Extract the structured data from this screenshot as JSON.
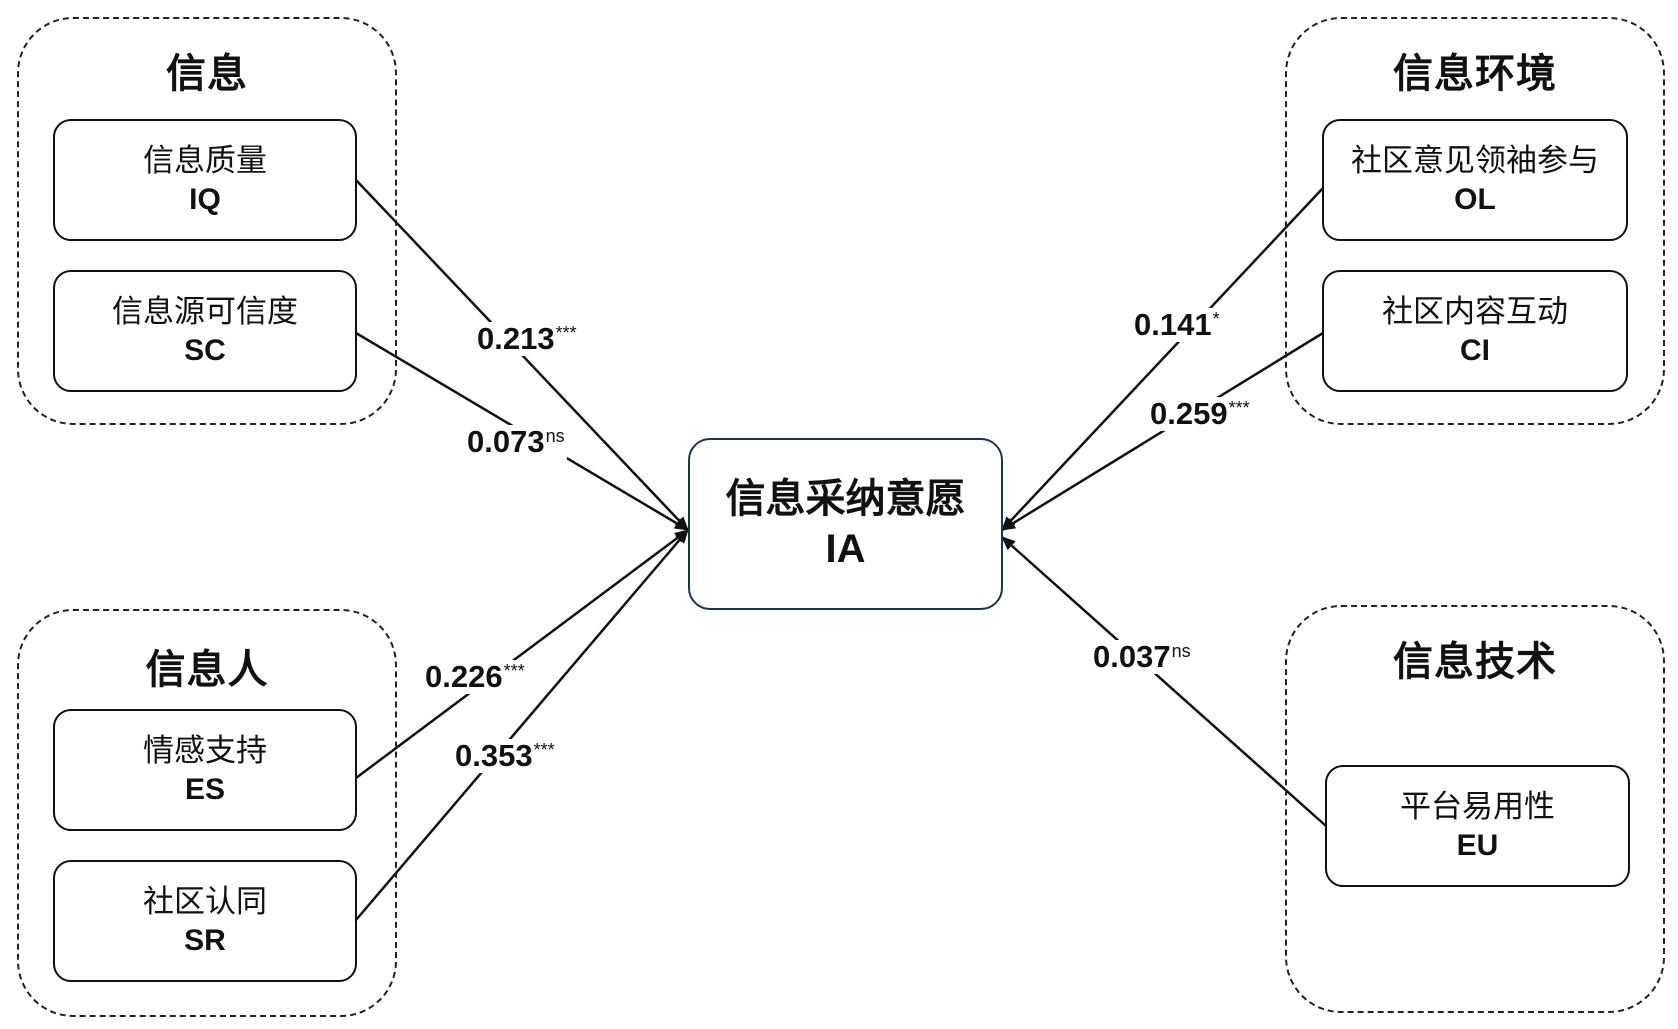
{
  "groups": {
    "info": "信息",
    "person": "信息人",
    "environment": "信息环境",
    "technology": "信息技术"
  },
  "nodes": {
    "iq": {
      "zh": "信息质量",
      "en": "IQ"
    },
    "sc": {
      "zh": "信息源可信度",
      "en": "SC"
    },
    "es": {
      "zh": "情感支持",
      "en": "ES"
    },
    "sr": {
      "zh": "社区认同",
      "en": "SR"
    },
    "ol": {
      "zh": "社区意见领袖参与",
      "en": "OL"
    },
    "ci": {
      "zh": "社区内容互动",
      "en": "CI"
    },
    "eu": {
      "zh": "平台易用性",
      "en": "EU"
    },
    "ia": {
      "zh": "信息采纳意愿",
      "en": "IA"
    }
  },
  "paths": {
    "iq": {
      "value": "0.213",
      "sig": "***"
    },
    "sc": {
      "value": "0.073",
      "sig": "ns"
    },
    "es": {
      "value": "0.226",
      "sig": "***"
    },
    "sr": {
      "value": "0.353",
      "sig": "***"
    },
    "ol": {
      "value": "0.141",
      "sig": "*"
    },
    "ci": {
      "value": "0.259",
      "sig": "***"
    },
    "eu": {
      "value": "0.037",
      "sig": "ns"
    }
  },
  "colors": {
    "line": "#111111",
    "center_border": "#1f3250"
  }
}
